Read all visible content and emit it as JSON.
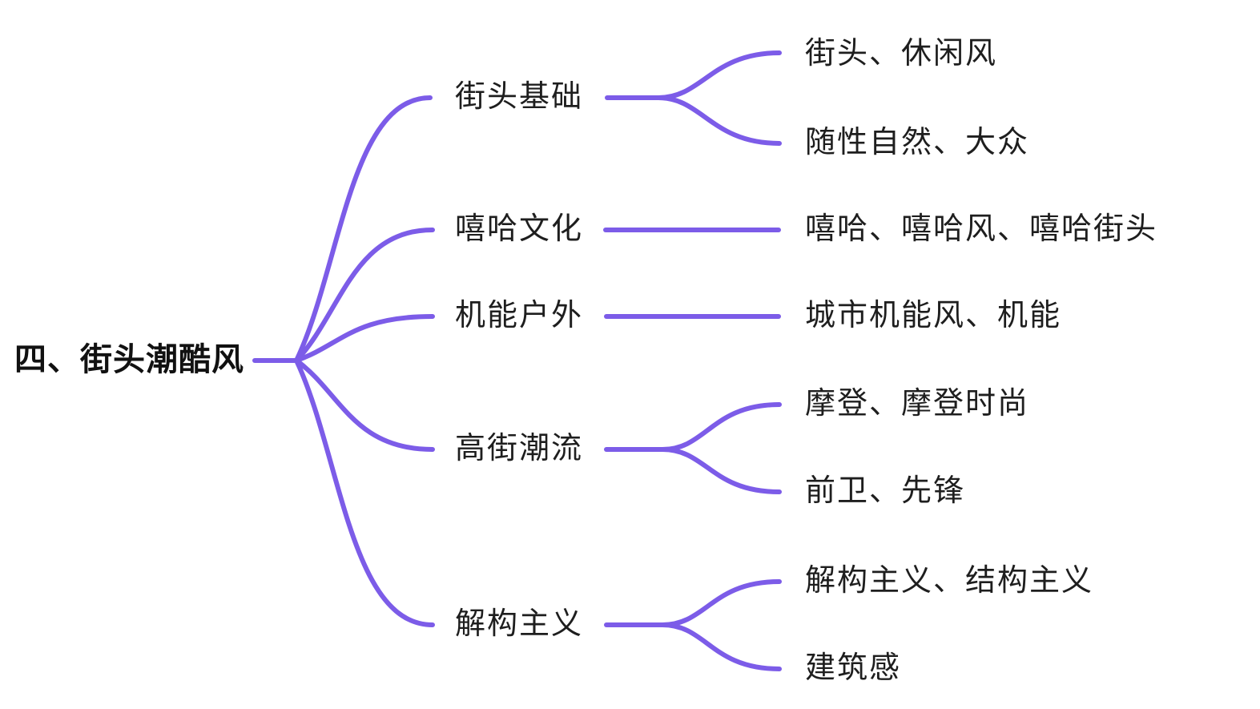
{
  "diagram": {
    "type": "mindmap",
    "root": {
      "label": "四、街头潮酷风"
    },
    "branches": [
      {
        "label": "街头基础",
        "children": [
          {
            "label": "街头、休闲风"
          },
          {
            "label": "随性自然、大众"
          }
        ]
      },
      {
        "label": "嘻哈文化",
        "children": [
          {
            "label": "嘻哈、嘻哈风、嘻哈街头"
          }
        ]
      },
      {
        "label": "机能户外",
        "children": [
          {
            "label": "城市机能风、机能"
          }
        ]
      },
      {
        "label": "高街潮流",
        "children": [
          {
            "label": "摩登、摩登时尚"
          },
          {
            "label": "前卫、先锋"
          }
        ]
      },
      {
        "label": "解构主义",
        "children": [
          {
            "label": "解构主义、结构主义"
          },
          {
            "label": "建筑感"
          }
        ]
      }
    ],
    "colors": {
      "line": "#7C5CE8",
      "text": "#1E1E1E",
      "background": "#FFFFFF"
    }
  }
}
